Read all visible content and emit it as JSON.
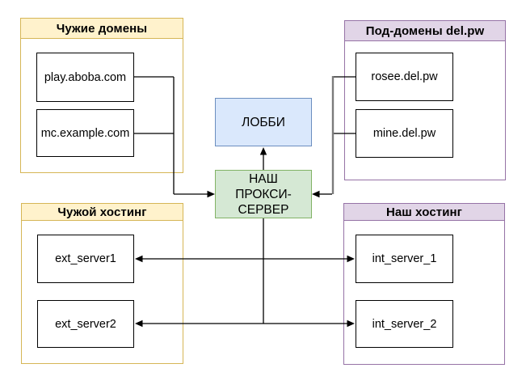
{
  "diagram": {
    "background": "#FFFFFF",
    "groups": [
      {
        "title": "Чужие домены",
        "theme": "yellow",
        "header_fill": "#FFF2CC",
        "border": "#D6B656",
        "nodes": [
          "play.aboba.com",
          "mc.example.com"
        ]
      },
      {
        "title": "Под-домены del.pw",
        "theme": "purple",
        "header_fill": "#E1D5E7",
        "border": "#9673A6",
        "nodes": [
          "rosee.del.pw",
          "mine.del.pw"
        ]
      },
      {
        "title": "Чужой хостинг",
        "theme": "yellow",
        "header_fill": "#FFF2CC",
        "border": "#D6B656",
        "nodes": [
          "ext_server1",
          "ext_server2"
        ]
      },
      {
        "title": "Наш хостинг",
        "theme": "purple",
        "header_fill": "#E1D5E7",
        "border": "#9673A6",
        "nodes": [
          "int_server_1",
          "int_server_2"
        ]
      }
    ],
    "lobby": {
      "label": "ЛОББИ",
      "fill": "#DAE8FC",
      "border": "#6C8EBF"
    },
    "proxy": {
      "label": "НАШ\nПРОКСИ-\nСЕРВЕР",
      "fill": "#D5E8D4",
      "border": "#82B366"
    },
    "node_style": {
      "fill": "#FFFFFF",
      "border": "#000000"
    },
    "edges": [
      {
        "from": "play.aboba.com",
        "to": "proxy"
      },
      {
        "from": "mc.example.com",
        "to": "proxy"
      },
      {
        "from": "rosee.del.pw",
        "to": "proxy"
      },
      {
        "from": "mine.del.pw",
        "to": "proxy"
      },
      {
        "from": "proxy",
        "to": "lobby"
      },
      {
        "from": "proxy",
        "to": "ext_server1"
      },
      {
        "from": "proxy",
        "to": "ext_server2"
      },
      {
        "from": "proxy",
        "to": "int_server_1"
      },
      {
        "from": "proxy",
        "to": "int_server_2"
      }
    ]
  }
}
